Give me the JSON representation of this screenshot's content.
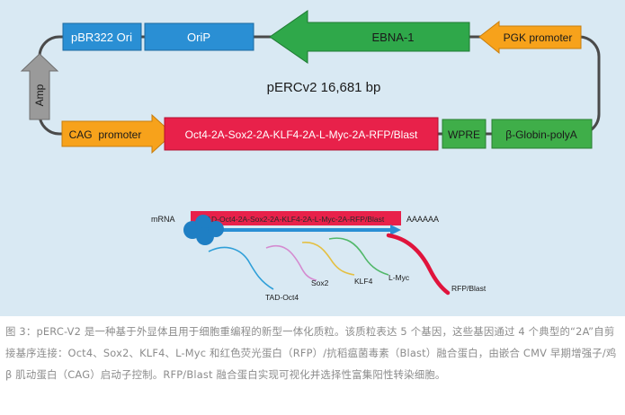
{
  "plasmid": {
    "name": "pERCv2 16,681 bp",
    "top_row": {
      "pbr322_ori": "pBR322 Ori",
      "orip": "OriP",
      "ebna1": "EBNA-1",
      "pgk_promoter": "PGK promoter"
    },
    "amp": "Amp",
    "bottom_row": {
      "cag_promoter": "CAG  promoter",
      "cassette": "Oct4-2A-Sox2-2A-KLF4-2A-L-Myc-2A-RFP/Blast",
      "wpre": "WPRE",
      "globin_polya": "β-Globin-polyA"
    }
  },
  "translation": {
    "mrna_label": "mRNA",
    "mrna_sequence": "TAD-Oct4-2A-Sox2-2A-KLF4-2A-L-Myc-2A-RFP/Blast",
    "polya_tail": "AAAAAA",
    "proteins": {
      "tad_oct4": "TAD-Oct4",
      "sox2": "Sox2",
      "klf4": "KLF4",
      "l_myc": "L-Myc",
      "rfp_blast": "RFP/Blast"
    }
  },
  "colors": {
    "background": "#d9e9f3",
    "backbone": "#4a4a4a",
    "blue_box": "#2a8fd4",
    "green_arrow": "#2fa84a",
    "orange": "#f7a21b",
    "grey_arrow": "#9a9a9a",
    "red_cassette": "#e8214a",
    "green_box": "#3fae49",
    "ribosome": "#1f7fc4",
    "rfp_curve": "#e0143c"
  },
  "caption": "图 3：pERC-V2 是一种基于外显体且用于细胞重编程的新型一体化质粒。该质粒表达 5 个基因，这些基因通过 4 个典型的“2A”自剪接基序连接：Oct4、Sox2、KLF4、L-Myc 和红色荧光蛋白（RFP）/抗稻瘟菌毒素（Blast）融合蛋白，由嵌合 CMV 早期增强子/鸡 β 肌动蛋白（CAG）启动子控制。RFP/Blast 融合蛋白实现可视化并选择性富集阳性转染细胞。"
}
